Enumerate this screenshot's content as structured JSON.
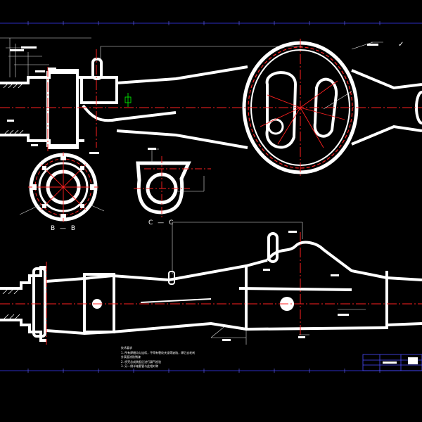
{
  "drawing": {
    "background": "#000000",
    "part_color": "#ffffff",
    "centerline_color": "#ff2020",
    "dimension_color": "#ffffff",
    "hatch_color": "#ffffff",
    "frame_color": "#4040ff",
    "leader_color": "#00ff00"
  },
  "views": {
    "section_b_label": "B — B",
    "section_c_label": "C — C"
  },
  "notes": {
    "heading": "技术要求",
    "items": [
      "1.  所有焊缝均匀连续，不得有裂纹夹渣等缺陷，焊后去毛刺",
      "    外表面涂防锈漆",
      "2.  桥壳总成装配后进行漏气检验",
      "3.  另一侧半轴套管与此相对称"
    ]
  }
}
